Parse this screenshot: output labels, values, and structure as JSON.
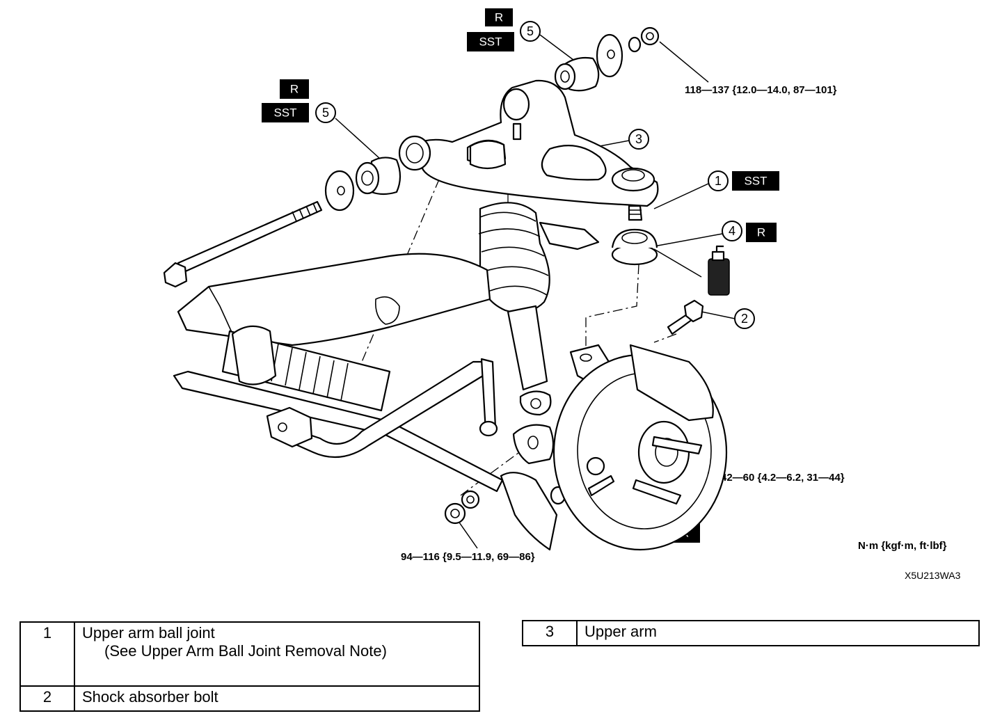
{
  "tags": {
    "r": "R",
    "sst": "SST"
  },
  "callouts": [
    "1",
    "2",
    "3",
    "4",
    "5"
  ],
  "torques": {
    "upper_arm_nut": "118—137 {12.0—14.0, 87—101}",
    "ball_joint_nut": "42—60 {4.2—6.2, 31—44}",
    "shock_nut": "94—116 {9.5—11.9, 69—86}"
  },
  "units": "N·m {kgf·m, ft·lbf}",
  "figure_code": "X5U213WA3",
  "table_left": [
    {
      "num": "1",
      "label": "Upper arm ball joint",
      "note": "(See Upper Arm Ball Joint Removal Note)"
    },
    {
      "num": "2",
      "label": "Shock absorber bolt",
      "note": ""
    }
  ],
  "table_right": [
    {
      "num": "3",
      "label": "Upper arm",
      "note": ""
    }
  ]
}
